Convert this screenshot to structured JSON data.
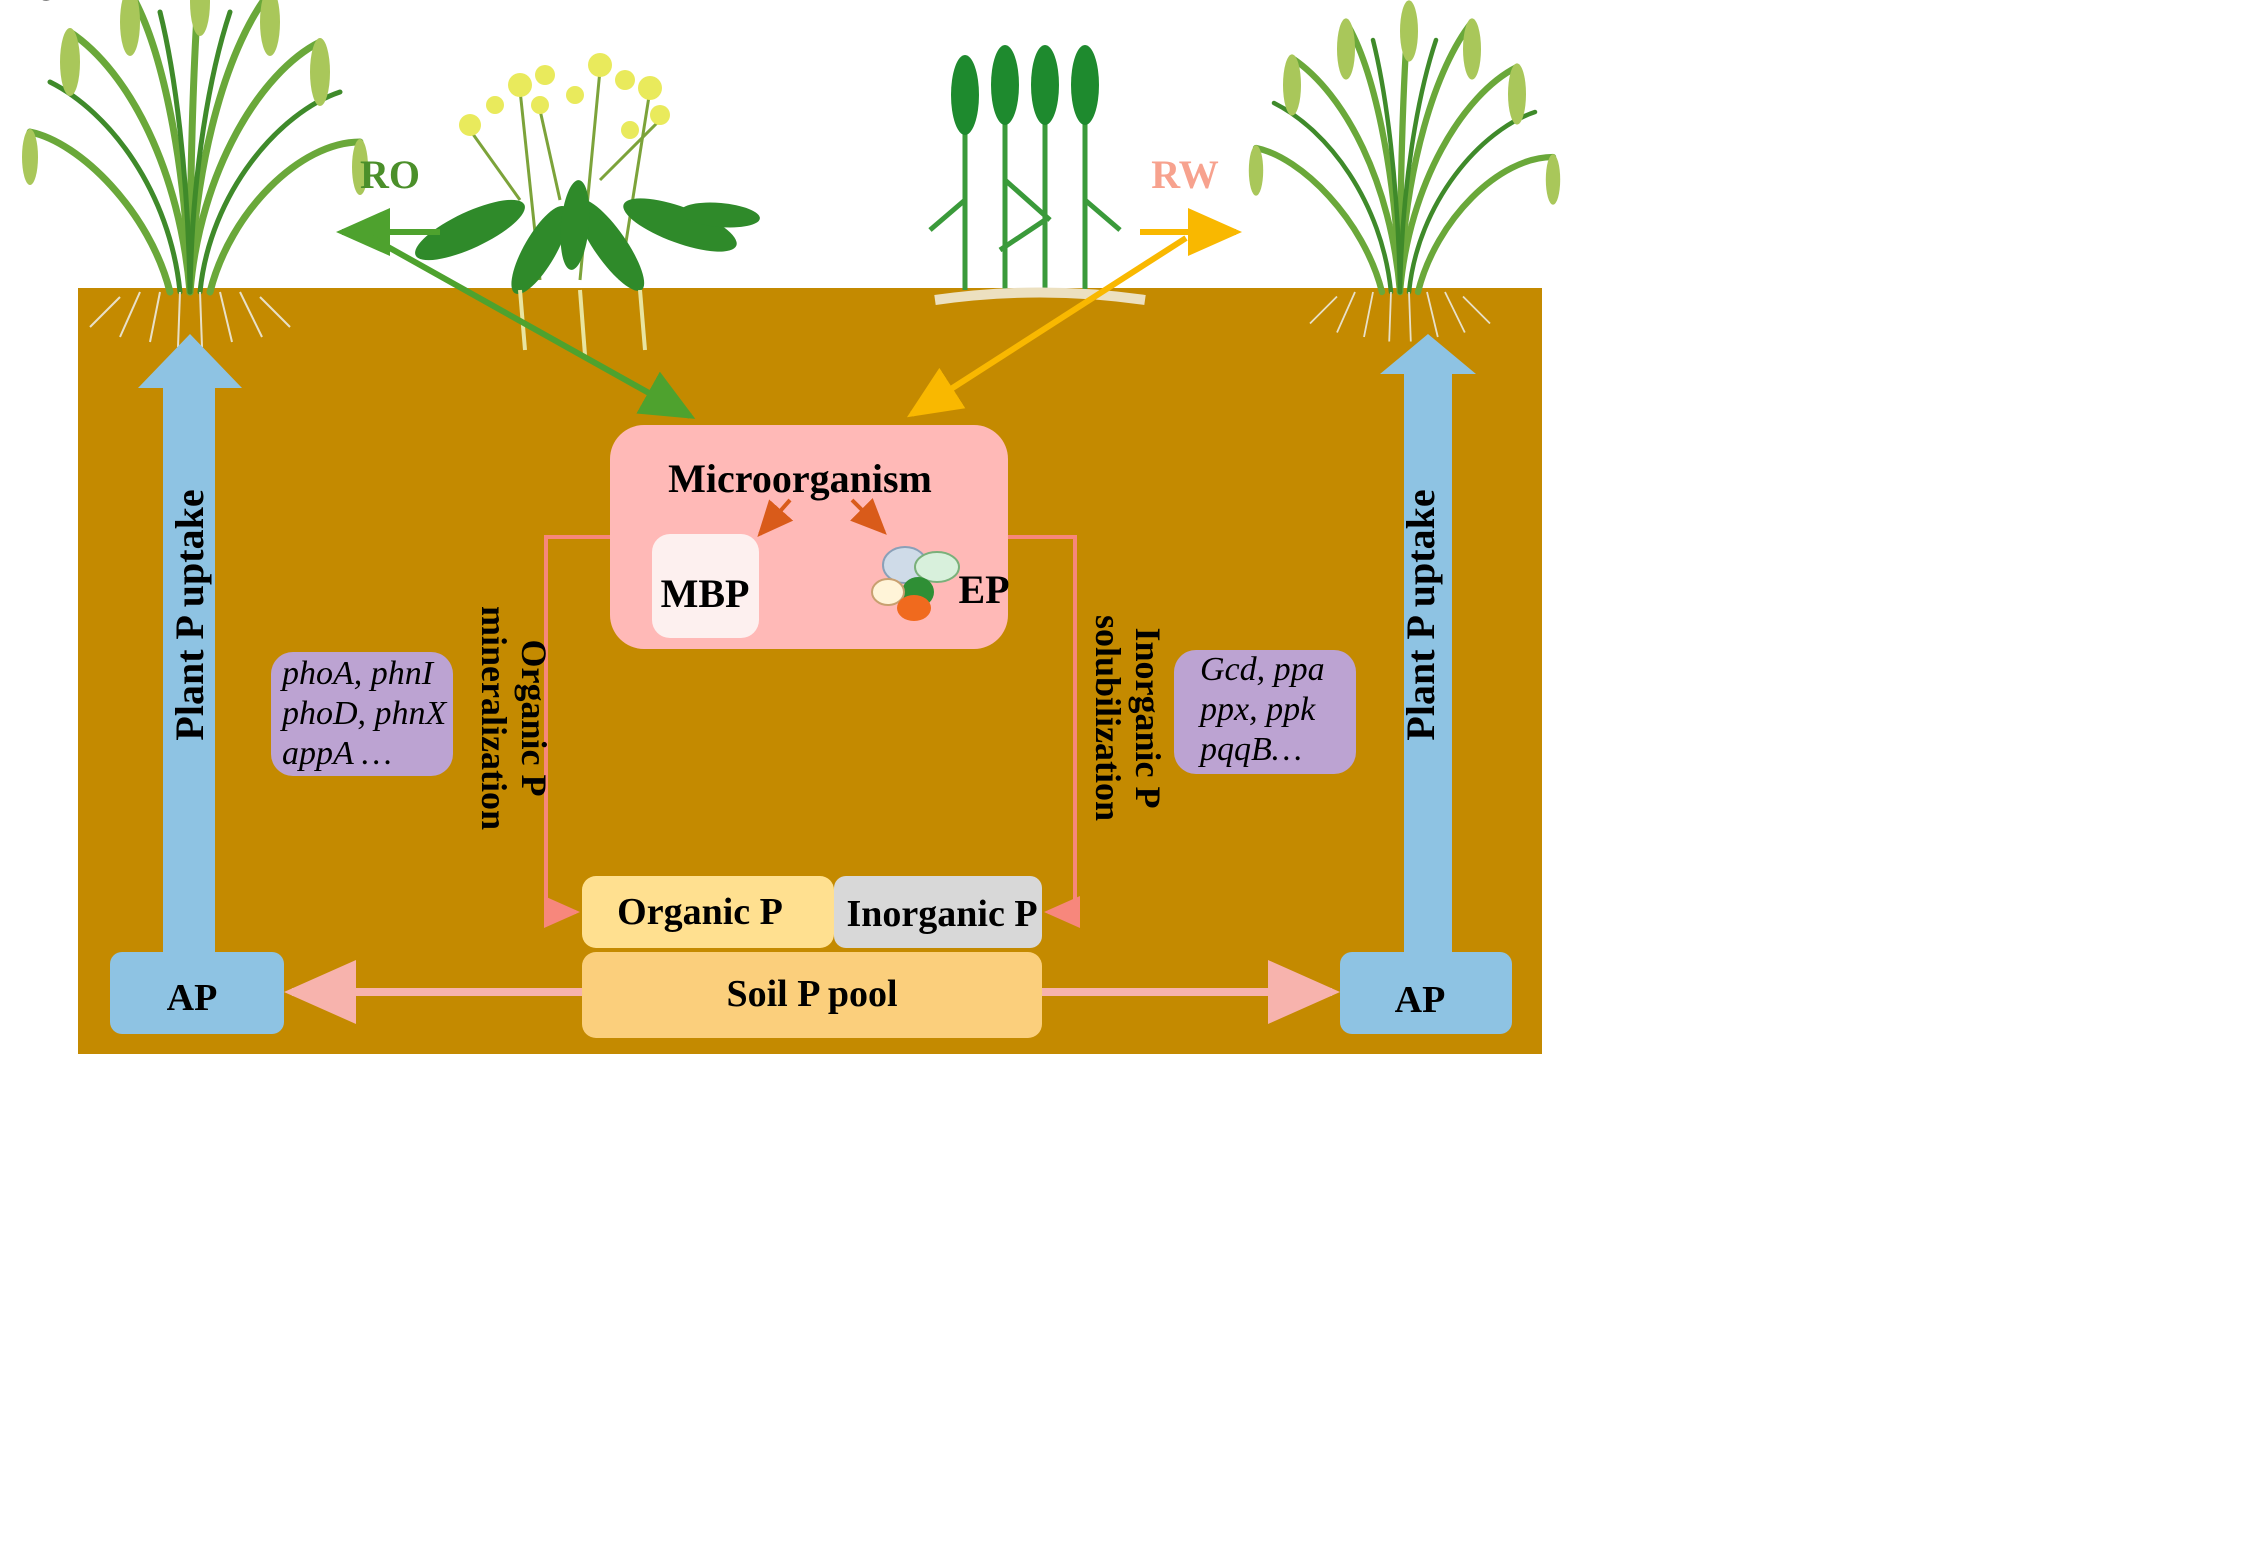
{
  "colors": {
    "soil": "#c48a00",
    "microbe_box": "#ffb9b7",
    "mbp_box": "#fdf0ef",
    "gene_box": "#bca3d2",
    "organic_box": "#ffe090",
    "inorganic_box": "#d8d8d8",
    "pool_box": "#fbcf7c",
    "ap_box": "#8ec3e3",
    "uptake_arrow": "#8ec3e3",
    "ro_arrow": "#4ea22e",
    "rw_arrow": "#f9b800",
    "flow_line": "#f7877c",
    "pool_arrow": "#f7b3ad",
    "micro_arrow": "#d95b1a",
    "ro_text": "#4b8f2a",
    "rw_text": "#f7a28e"
  },
  "labels": {
    "ro": "RO",
    "rw": "RW",
    "microorganism": "Microorganism",
    "mbp": "MBP",
    "ep": "EP",
    "organic_p": "Organic P",
    "inorganic_p": "Inorganic P",
    "soil_p_pool": "Soil P pool",
    "ap_left": "AP",
    "ap_right": "AP",
    "uptake_left": "Plant P uptake",
    "uptake_right": "Plant P uptake",
    "organic_process_line1": "Organic P",
    "organic_process_line2": "mineralization",
    "inorganic_process_line1": "Inorganic P",
    "inorganic_process_line2": "solubilization"
  },
  "genes": {
    "left": [
      "phoA, phnI",
      "phoD, phnX",
      "appA …"
    ],
    "right": [
      "Gcd, ppa",
      "ppx, ppk",
      "pqqB…"
    ]
  },
  "plants": {
    "left": "rice-plant-icon",
    "rapeseed": "rapeseed-plant-icon",
    "wheat": "wheat-plant-icon",
    "right": "rice-plant-icon"
  }
}
